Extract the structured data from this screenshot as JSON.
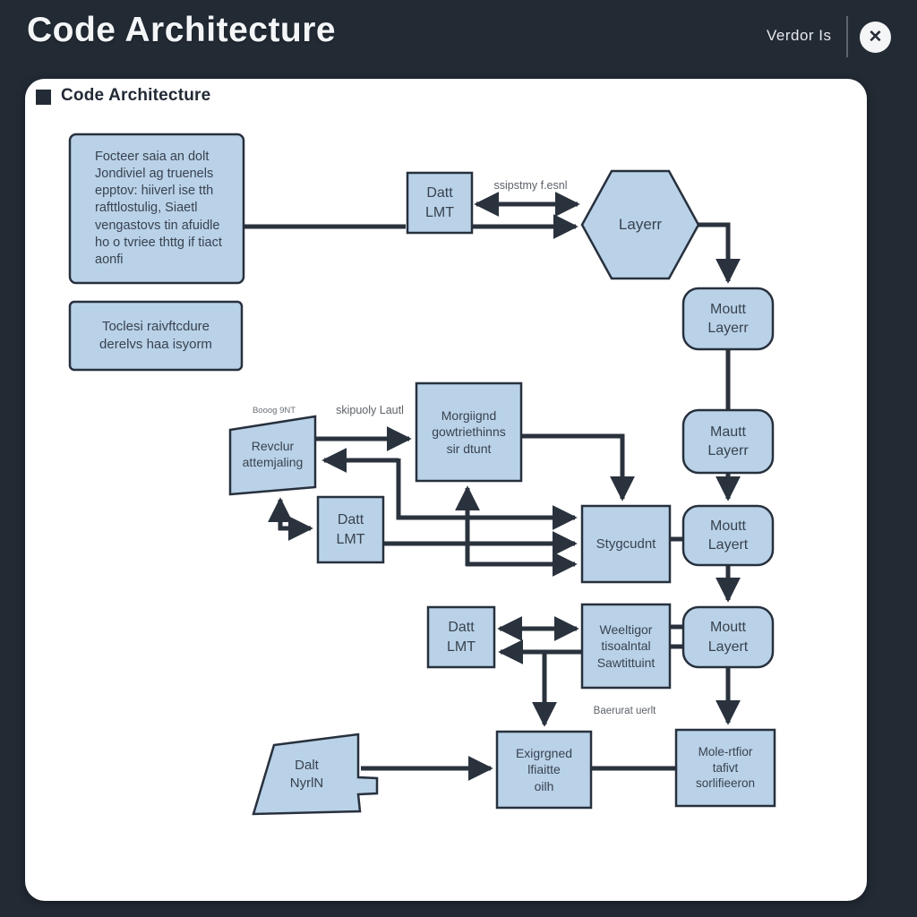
{
  "header": {
    "title": "Code Architecture",
    "menu_label": "Verdor Is",
    "close_glyph": "✕"
  },
  "card": {
    "title": "Code Architecture"
  },
  "nodes": {
    "note_top": {
      "text": "Focteer saia an dolt\nJondiviel ag truenels\nepptov: hiiverl ise tth\nrafttlostulig, Siaetl\nvengastovs tin afuidle\nho o tvriee thttg if tiact\naonfi"
    },
    "note_bottom": {
      "text": "Toclesi raivftcdure\nderelvs haa isyorm"
    },
    "datt_top": {
      "text": "Datt\nLMT"
    },
    "layer_hex": {
      "text": "Layerr"
    },
    "mout_1": {
      "text": "Moutt\nLayerr"
    },
    "mout_2": {
      "text": "Mautt\nLayerr"
    },
    "mout_3": {
      "text": "Moutt\nLayert"
    },
    "mout_4": {
      "text": "Moutt\nLayert"
    },
    "revclur_flag": {
      "text": "Revclur\nattemjaling"
    },
    "morgiignd": {
      "text": "Morgiignd\ngowtriethinns\nsir dtunt"
    },
    "datt_mid": {
      "text": "Datt\nLMT"
    },
    "stygcudnt": {
      "text": "Stygcudnt"
    },
    "datt_low": {
      "text": "Datt\nLMT"
    },
    "weeltigor": {
      "text": "Weeltigor\ntisoalntal\nSawtittuint"
    },
    "dalt_nyrln": {
      "text": "Dalt\nNyrlN"
    },
    "exigrgned": {
      "text": "Exigrgned\nlfiaitte\noilh"
    },
    "mole_rtfior": {
      "text": "Mole-rtfior\ntafivt\nsorlifieeron"
    }
  },
  "edge_labels": {
    "ssipstmy": "ssipstmy f.esnl",
    "booog": "Booog 9NT",
    "skipuoly": "skipuoly Lautl",
    "baerurat": "Baerurat uerlt"
  },
  "colors": {
    "background": "#222a34",
    "card": "#ffffff",
    "node_fill": "#b9d2e8",
    "node_border": "#27303d",
    "connector": "#2a323d",
    "node_text": "#39424f",
    "label_text": "#5c6169"
  }
}
